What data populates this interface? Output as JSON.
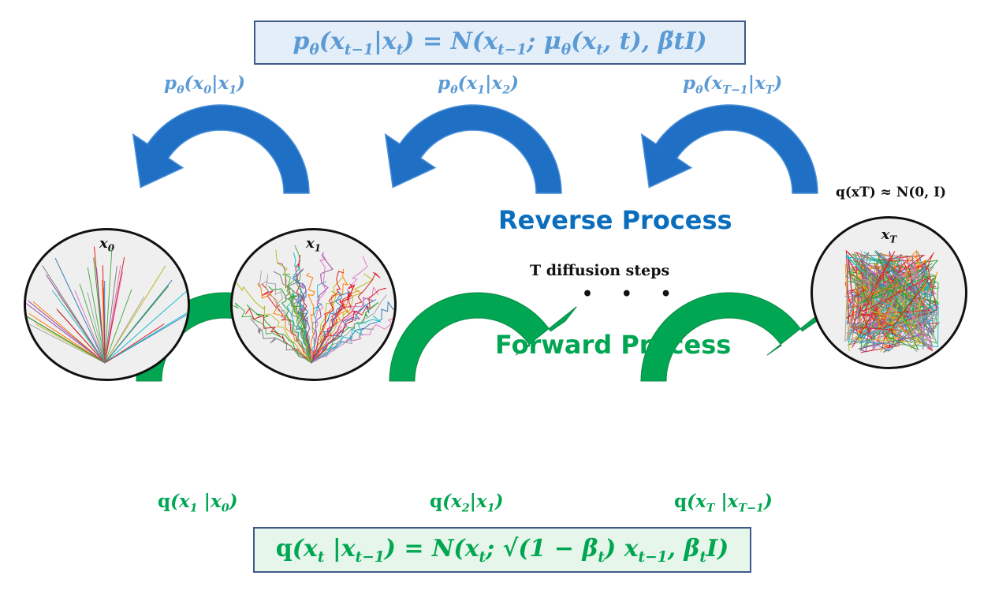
{
  "equations": {
    "reverse_formula": "pθ(xt−1|xt) = N(xt−1; μθ(xt, t), β̃tI)",
    "forward_formula": "q(xt |xt−1) = N(xt; √(1 − βt) xt−1, βtI)"
  },
  "reverse_labels": [
    "pθ(x0|x1)",
    "pθ(x1|x2)",
    "pθ(xT−1|xT)"
  ],
  "forward_labels": [
    "q(x1 |x0)",
    "q(x2|x1)",
    "q(xT |xT−1)"
  ],
  "center": {
    "reverse_title": "Reverse Process",
    "forward_title": "Forward Process",
    "steps_text": "T diffusion steps",
    "ellipsis": "• • •"
  },
  "states": [
    {
      "label": "x0",
      "description": "clean trajectories"
    },
    {
      "label": "x1",
      "description": "slightly noised trajectories"
    },
    {
      "label": "xT",
      "description": "pure noise"
    }
  ],
  "prior_label": "q(xT) ≈ N(0, I)",
  "colors": {
    "reverse": "#1f6fc5",
    "reverse_text": "#5b9bd5",
    "reverse_title": "#0a6ebd",
    "forward": "#00a651",
    "forward_title": "#00a651",
    "box_border": "#3f5a8a"
  }
}
